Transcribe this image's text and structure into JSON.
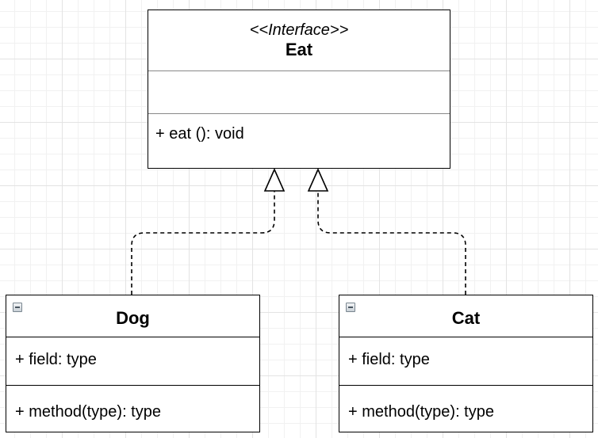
{
  "interface": {
    "stereotype": "<<Interface>>",
    "name": "Eat",
    "method": "+ eat (): void"
  },
  "classes": {
    "dog": {
      "name": "Dog",
      "field": "+ field: type",
      "method": "+ method(type): type"
    },
    "cat": {
      "name": "Cat",
      "field": "+ field: type",
      "method": "+ method(type): type"
    }
  },
  "relations": [
    {
      "from": "Dog",
      "to": "Eat",
      "type": "realization"
    },
    {
      "from": "Cat",
      "to": "Eat",
      "type": "realization"
    }
  ]
}
